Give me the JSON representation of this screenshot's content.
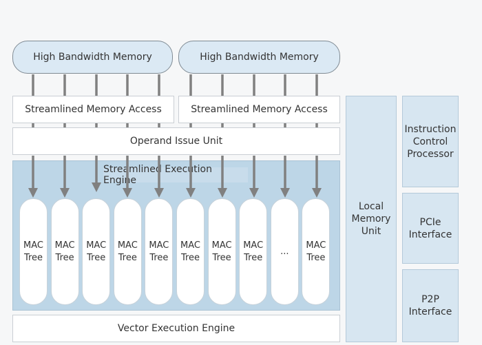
{
  "memory": {
    "hbm_left": "High Bandwidth Memory",
    "hbm_right": "High Bandwidth Memory",
    "sma_left": "Streamlined Memory Access",
    "sma_right": "Streamlined Memory Access"
  },
  "operand_issue_unit": "Operand Issue Unit",
  "execution_engine": {
    "label": "Streamlined Execution Engine",
    "mac_trees": [
      "MAC\nTree",
      "MAC\nTree",
      "MAC\nTree",
      "MAC\nTree",
      "MAC\nTree",
      "MAC\nTree",
      "MAC\nTree",
      "MAC\nTree",
      "...",
      "MAC\nTree"
    ]
  },
  "vector_execution_engine": "Vector Execution Engine",
  "local_memory_unit": "Local\nMemory\nUnit",
  "right_column": {
    "instruction_control_processor": "Instruction\nControl\nProcessor",
    "pcie_interface": "PCIe\nInterface",
    "p2p_interface": "P2P\nInterface"
  },
  "colors": {
    "hbm_fill": "#dbe9f4",
    "engine_fill": "#bdd6e7",
    "side_fill": "#d7e6f1",
    "arrow": "#808080"
  }
}
